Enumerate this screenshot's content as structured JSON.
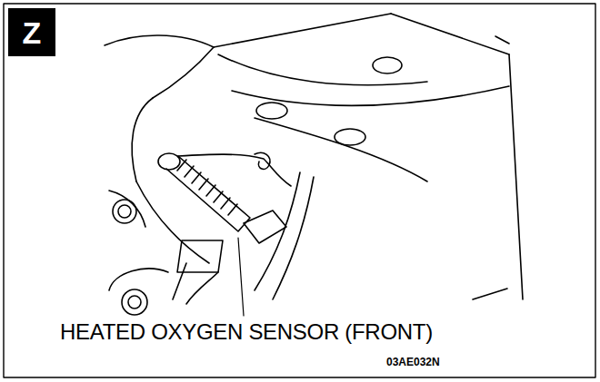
{
  "diagram": {
    "nodes": [
      {
        "text": [
          "Z"
        ]
      }
    ],
    "labels": [
      "HEATED OXYGEN SENSOR (FRONT)",
      "03AE032N"
    ]
  }
}
